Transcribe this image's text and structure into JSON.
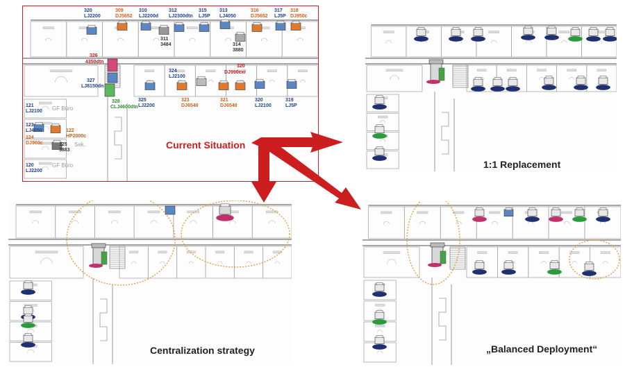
{
  "current": {
    "caption": "Current Situation",
    "rooms_top": [
      {
        "num": "320",
        "model": "LJ2200",
        "color": "blue"
      },
      {
        "num": "309",
        "model": "DJ5652",
        "color": "orange"
      },
      {
        "num": "310",
        "model": "LJ2200d",
        "color": "blue"
      },
      {
        "num": "312",
        "model": "LJ2300dtn",
        "color": "blue"
      },
      {
        "num": "315",
        "model": "LJ5P",
        "color": "blue"
      },
      {
        "num": "313",
        "model": "LJ4050",
        "color": "blue"
      },
      {
        "num": "316",
        "model": "DJ5652",
        "color": "orange"
      },
      {
        "num": "317",
        "model": "LJ5P",
        "color": "blue"
      },
      {
        "num": "318",
        "model": "DJ950c",
        "color": "orange"
      }
    ],
    "inner_labels": [
      {
        "text": "311",
        "color": "dark"
      },
      {
        "text": "3484",
        "color": "dark"
      },
      {
        "text": "314",
        "color": "dark"
      },
      {
        "text": "3880",
        "color": "dark"
      },
      {
        "text": "326",
        "color": "red"
      },
      {
        "text": "4350dtn",
        "color": "red"
      },
      {
        "text": "327",
        "color": "blue"
      },
      {
        "text": "LJ8150dn",
        "color": "blue"
      },
      {
        "text": "328",
        "color": "green"
      },
      {
        "text": "CLJ4600dtn",
        "color": "green"
      },
      {
        "text": "324",
        "color": "blue"
      },
      {
        "text": "LJ2100",
        "color": "blue"
      },
      {
        "text": "320",
        "color": "red"
      },
      {
        "text": "DJ990cxi",
        "color": "red"
      }
    ],
    "rooms_bottom": [
      {
        "num": "325",
        "model": "LJ2200",
        "color": "blue"
      },
      {
        "num": "323",
        "model": "DJ6540",
        "color": "orange"
      },
      {
        "num": "321",
        "model": "DJ6540",
        "color": "orange"
      },
      {
        "num": "320",
        "model": "LJ2100",
        "color": "blue"
      },
      {
        "num": "319",
        "model": "LJ5P",
        "color": "blue"
      }
    ],
    "left_labels": [
      {
        "num": "121",
        "model": "LJ2100",
        "color": "blue"
      },
      {
        "num": "123",
        "model": "LJ4050",
        "color": "blue"
      },
      {
        "num": "124",
        "model": "DJ960c",
        "color": "orange"
      },
      {
        "num": "122",
        "model": "HP2000c",
        "color": "orange"
      },
      {
        "num": "125",
        "model": "3883",
        "color": "dark"
      },
      {
        "num": "120",
        "model": "LJ2200",
        "color": "blue"
      }
    ],
    "grey_labels": [
      "GF Büro",
      "Sek.",
      "GF Büro"
    ]
  },
  "replacement": {
    "caption": "1:1 Replacement"
  },
  "centralization": {
    "caption": "Centralization strategy"
  },
  "balanced": {
    "caption": "„Balanced Deployment“"
  },
  "colors": {
    "accent_red": "#cc1e1e",
    "border_red": "#c82020",
    "printer_blue": "#5b86c4",
    "printer_orange": "#e07a2a",
    "zone_orange": "#e0a040",
    "ring_blue": "#1f3070",
    "ring_green": "#2a9a3a",
    "ring_magenta": "#c0306a"
  }
}
